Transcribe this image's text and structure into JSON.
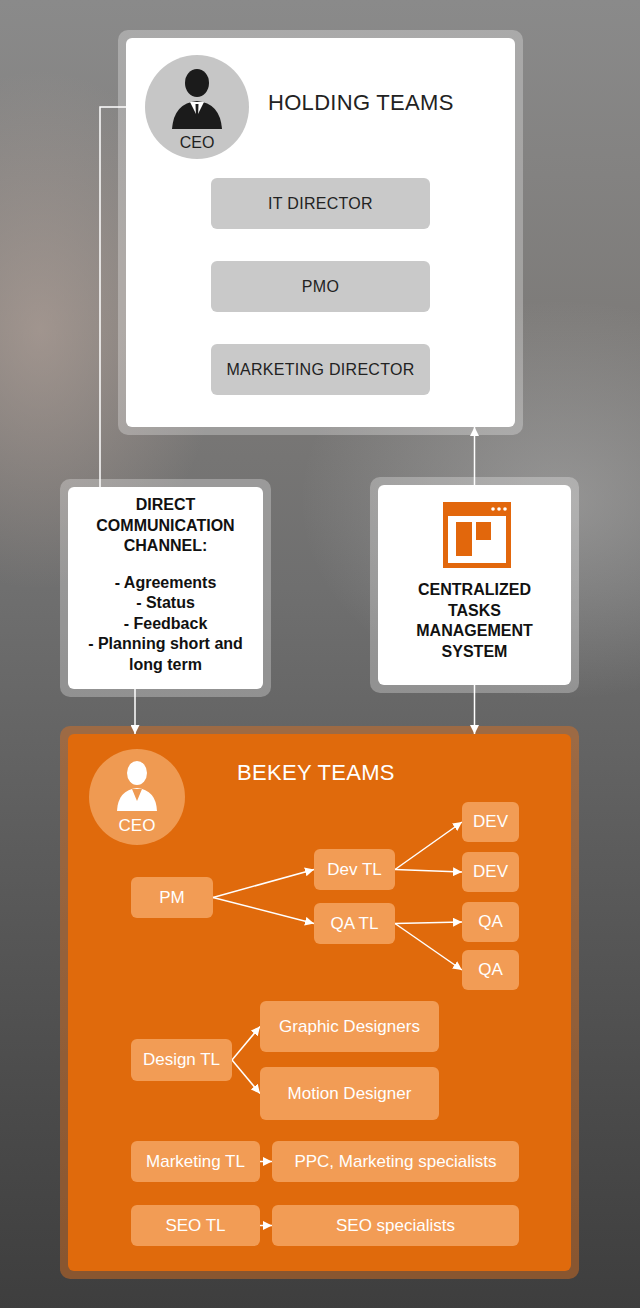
{
  "diagram": {
    "nodes": [
      {
        "text": [
          "HOLDING TEAMS"
        ]
      },
      {
        "text": [
          "CEO"
        ],
        "in": 0
      },
      {
        "text": [
          "IT DIRECTOR"
        ],
        "in": 0
      },
      {
        "text": [
          "PMO"
        ],
        "in": 0
      },
      {
        "text": [
          "MARKETING DIRECTOR"
        ],
        "in": 0
      },
      {
        "text": [
          "DIRECT COMMUNICATION CHANNEL:",
          "- Agreements",
          "- Status",
          "- Feedback",
          "- Planning short and long term"
        ]
      },
      {
        "text": [
          "CENTRALIZED TASKS MANAGEMENT SYSTEM"
        ]
      },
      {
        "text": [
          "BEKEY TEAMS"
        ]
      },
      {
        "text": [
          "CEO"
        ],
        "in": 7
      },
      {
        "text": [
          "PM"
        ],
        "in": 7
      },
      {
        "text": [
          "Dev TL"
        ],
        "in": 7
      },
      {
        "text": [
          "QA TL"
        ],
        "in": 7
      },
      {
        "text": [
          "DEV"
        ],
        "in": 7
      },
      {
        "text": [
          "DEV"
        ],
        "in": 7
      },
      {
        "text": [
          "QA"
        ],
        "in": 7
      },
      {
        "text": [
          "QA"
        ],
        "in": 7
      },
      {
        "text": [
          "Design TL"
        ],
        "in": 7
      },
      {
        "text": [
          "Graphic Designers"
        ],
        "in": 7
      },
      {
        "text": [
          "Motion Designer"
        ],
        "in": 7
      },
      {
        "text": [
          "Marketing TL"
        ],
        "in": 7
      },
      {
        "text": [
          "PPC, Marketing specialists"
        ],
        "in": 7
      },
      {
        "text": [
          "SEO TL"
        ],
        "in": 7
      },
      {
        "text": [
          "SEO specialists"
        ],
        "in": 7
      }
    ],
    "edges": [
      {
        "from": 5,
        "to": 1,
        "arrow": "to"
      },
      {
        "from": 5,
        "to": 7,
        "arrow": "to"
      },
      {
        "from": 6,
        "to": 0,
        "arrow": "to"
      },
      {
        "from": 6,
        "to": 7,
        "arrow": "to"
      },
      {
        "from": 9,
        "to": 10,
        "arrow": "to"
      },
      {
        "from": 9,
        "to": 11,
        "arrow": "to"
      },
      {
        "from": 10,
        "to": 12,
        "arrow": "to"
      },
      {
        "from": 10,
        "to": 13,
        "arrow": "to"
      },
      {
        "from": 11,
        "to": 14,
        "arrow": "to"
      },
      {
        "from": 11,
        "to": 15,
        "arrow": "to"
      },
      {
        "from": 16,
        "to": 17,
        "arrow": "to"
      },
      {
        "from": 16,
        "to": 18,
        "arrow": "to"
      },
      {
        "from": 19,
        "to": 20,
        "arrow": "to"
      },
      {
        "from": 21,
        "to": 22,
        "arrow": "to"
      }
    ]
  }
}
